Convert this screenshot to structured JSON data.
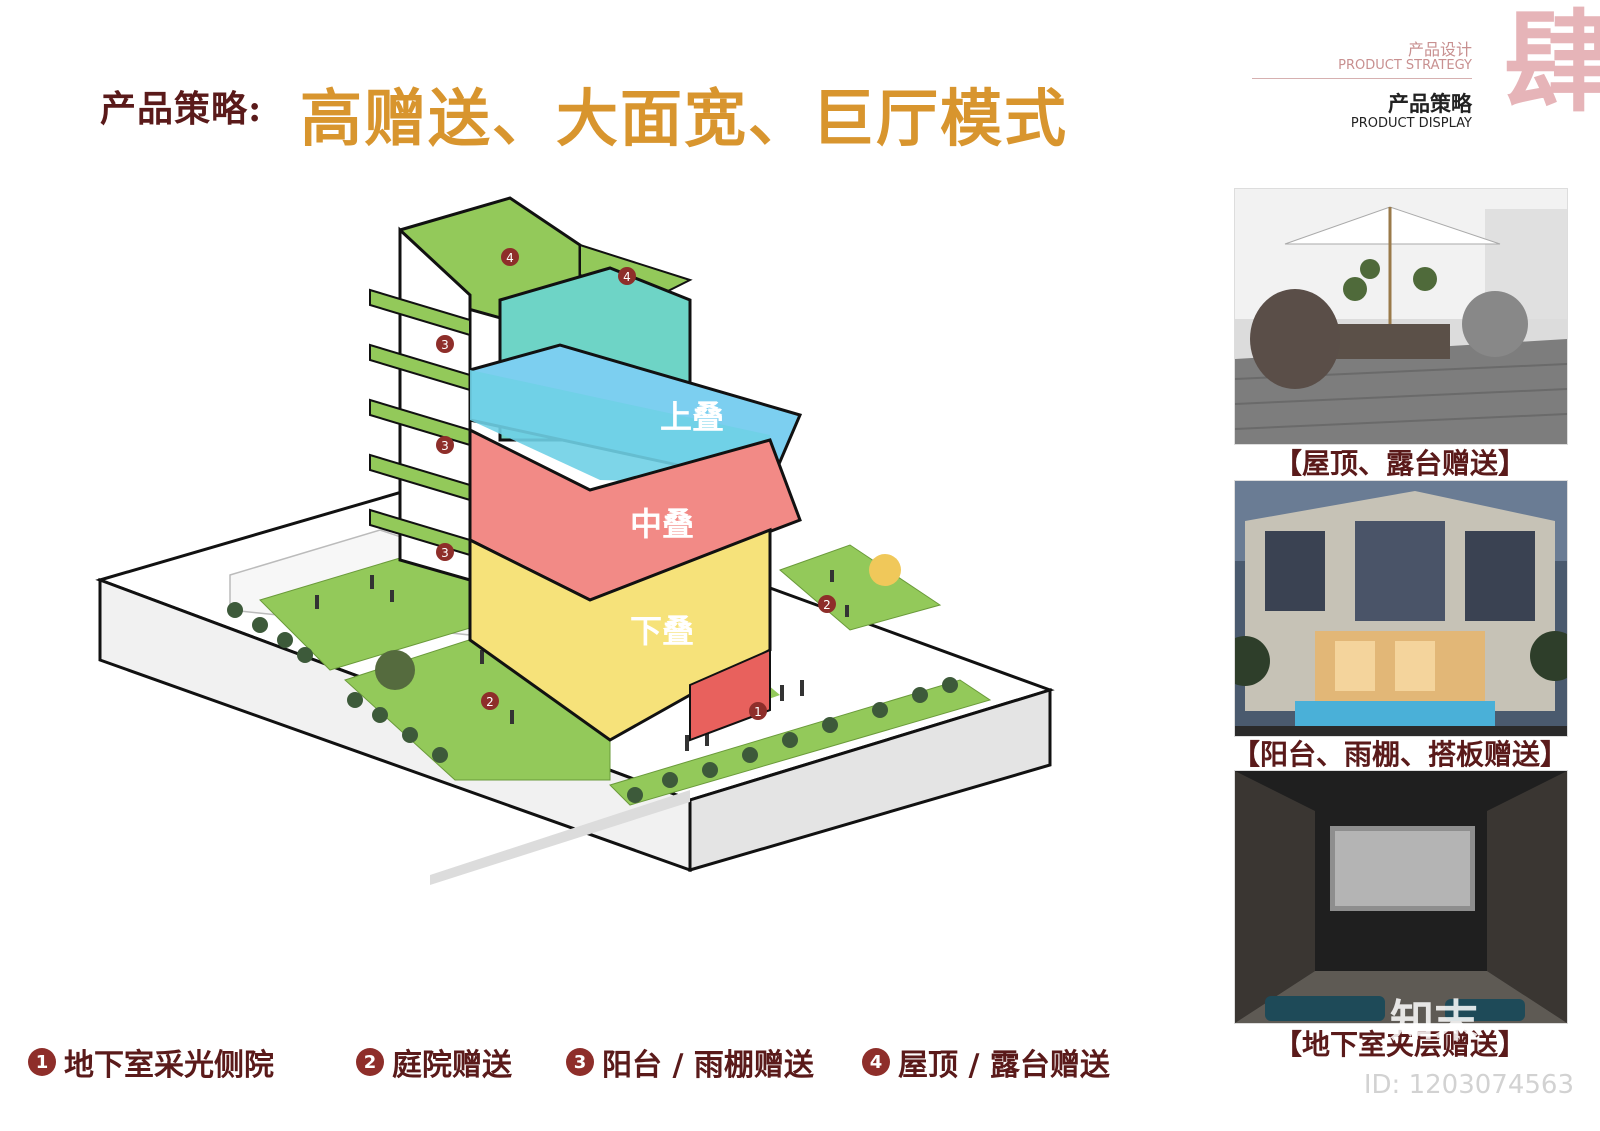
{
  "title": {
    "prefix": "产品策略:",
    "main": "高赠送、大面宽、巨厅模式"
  },
  "header": {
    "cn_small": "产品设计",
    "en_small": "PRODUCT STRATEGY",
    "cn_large": "产品策略",
    "en_large": "PRODUCT DISPLAY",
    "deco_glyph": "肆"
  },
  "diagram": {
    "layers": [
      {
        "label": "上叠",
        "color": "#6fd0e6"
      },
      {
        "label": "中叠",
        "color": "#f28a86"
      },
      {
        "label": "下叠",
        "color": "#f6e27a"
      }
    ],
    "markers": [
      "1",
      "2",
      "2",
      "3",
      "3",
      "3",
      "4",
      "4"
    ]
  },
  "photos": [
    {
      "caption": "【屋顶、露台赠送】",
      "icon": "rooftop-terrace-photo"
    },
    {
      "caption": "【阳台、雨棚、搭板赠送】",
      "icon": "villa-exterior-photo"
    },
    {
      "caption": "【地下室夹层赠送】",
      "icon": "home-cinema-photo"
    }
  ],
  "legend": [
    {
      "num": "1",
      "label": "地下室采光侧院"
    },
    {
      "num": "2",
      "label": "庭院赠送"
    },
    {
      "num": "3",
      "label": "阳台 / 雨棚赠送"
    },
    {
      "num": "4",
      "label": "屋顶 / 露台赠送"
    }
  ],
  "watermark": {
    "brand": "知末",
    "id": "ID: 1203074563"
  }
}
